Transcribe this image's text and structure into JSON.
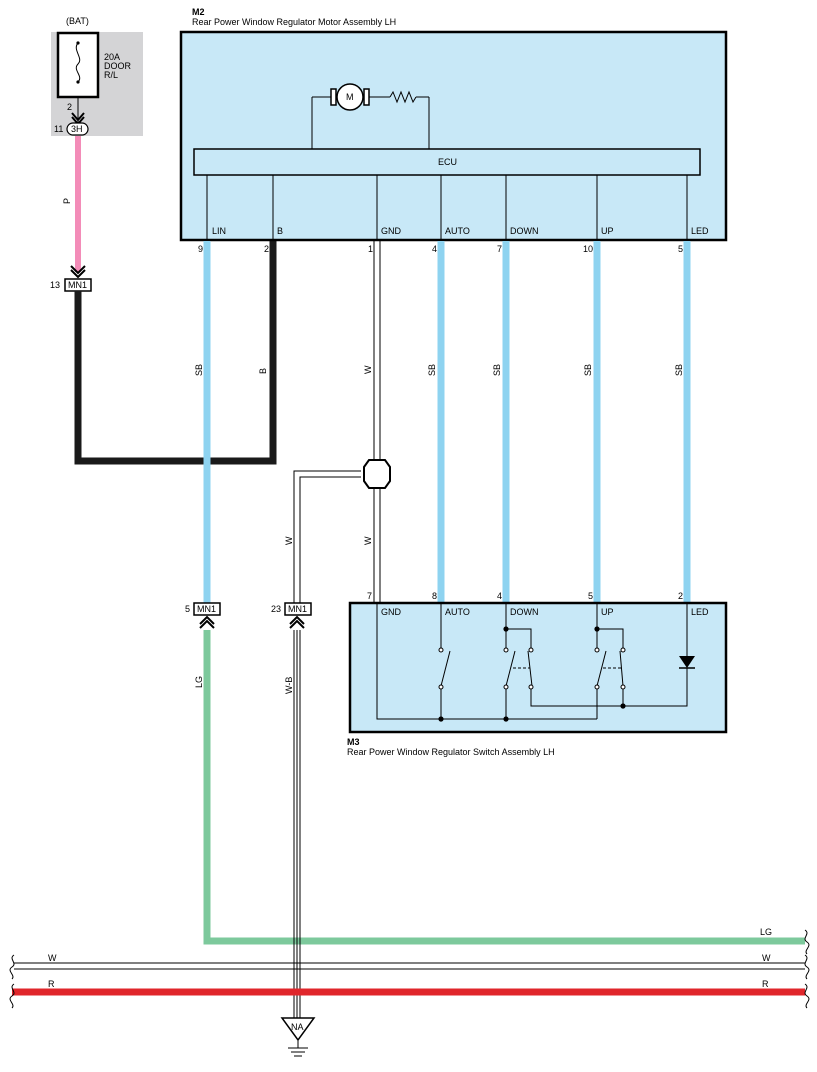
{
  "fuse": {
    "source": "(BAT)",
    "rating": "20A",
    "name_line1": "DOOR",
    "name_line2": "R/L",
    "pin_out": "2",
    "conn_pin": "11",
    "conn_id": "3H"
  },
  "m2": {
    "code": "M2",
    "title": "Rear Power Window Regulator Motor Assembly LH",
    "motor_label": "M",
    "ecu_label": "ECU",
    "pins": [
      {
        "label": "LIN",
        "num": "9",
        "wire": "SB"
      },
      {
        "label": "B",
        "num": "2",
        "wire": "B"
      },
      {
        "label": "GND",
        "num": "1",
        "wire": "W"
      },
      {
        "label": "AUTO",
        "num": "4",
        "wire": "SB"
      },
      {
        "label": "DOWN",
        "num": "7",
        "wire": "SB"
      },
      {
        "label": "UP",
        "num": "10",
        "wire": "SB"
      },
      {
        "label": "LED",
        "num": "5",
        "wire": "SB"
      }
    ]
  },
  "mn1": {
    "id": "MN1",
    "pin_power": "13",
    "pin_lin": "5",
    "pin_gnd": "23"
  },
  "wires": {
    "pink": "P",
    "gnd_lower": "W",
    "gnd_branch": "W",
    "lin_lower": "LG",
    "gnd_to_na": "W-B",
    "bus_lg": "LG",
    "bus_w_left": "W",
    "bus_w_right": "W",
    "bus_r_left": "R",
    "bus_r_right": "R"
  },
  "m3": {
    "code": "M3",
    "title": "Rear Power Window Regulator Switch Assembly LH",
    "pins": [
      {
        "label": "GND",
        "num": "7"
      },
      {
        "label": "AUTO",
        "num": "8"
      },
      {
        "label": "DOWN",
        "num": "4"
      },
      {
        "label": "UP",
        "num": "5"
      },
      {
        "label": "LED",
        "num": "2"
      }
    ]
  },
  "ground_label": "NA",
  "colors": {
    "component_fill": "#c8e8f7",
    "fuse_box": "#d4d4d6",
    "sb": "#8ed3f0",
    "pink": "#f38cb8",
    "lg": "#7dc99c",
    "red": "#e0262b",
    "black": "#1a1a1a"
  }
}
